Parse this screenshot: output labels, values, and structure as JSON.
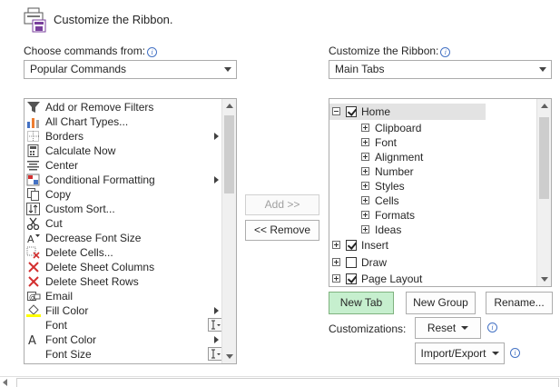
{
  "header": {
    "title": "Customize the Ribbon."
  },
  "commands_panel": {
    "label": "Choose commands from:",
    "label_underline_char": "C",
    "dropdown_value": "Popular Commands",
    "items": [
      {
        "label": "Add or Remove Filters",
        "icon": "filter-icon",
        "submenu": false,
        "ibeam": false
      },
      {
        "label": "All Chart Types...",
        "icon": "chart-icon",
        "submenu": false,
        "ibeam": false
      },
      {
        "label": "Borders",
        "icon": "borders-icon",
        "submenu": true,
        "ibeam": false
      },
      {
        "label": "Calculate Now",
        "icon": "calculator-icon",
        "submenu": false,
        "ibeam": false
      },
      {
        "label": "Center",
        "icon": "align-center-icon",
        "submenu": false,
        "ibeam": false
      },
      {
        "label": "Conditional Formatting",
        "icon": "conditional-formatting-icon",
        "submenu": true,
        "ibeam": false
      },
      {
        "label": "Copy",
        "icon": "copy-icon",
        "submenu": false,
        "ibeam": false
      },
      {
        "label": "Custom Sort...",
        "icon": "sort-icon",
        "submenu": false,
        "ibeam": false
      },
      {
        "label": "Cut",
        "icon": "scissors-icon",
        "submenu": false,
        "ibeam": false
      },
      {
        "label": "Decrease Font Size",
        "icon": "decrease-font-icon",
        "submenu": false,
        "ibeam": false
      },
      {
        "label": "Delete Cells...",
        "icon": "delete-cells-icon",
        "submenu": false,
        "ibeam": false
      },
      {
        "label": "Delete Sheet Columns",
        "icon": "delete-columns-icon",
        "submenu": false,
        "ibeam": false
      },
      {
        "label": "Delete Sheet Rows",
        "icon": "delete-rows-icon",
        "submenu": false,
        "ibeam": false
      },
      {
        "label": "Email",
        "icon": "email-icon",
        "submenu": false,
        "ibeam": false
      },
      {
        "label": "Fill Color",
        "icon": "fill-color-icon",
        "submenu": true,
        "ibeam": false
      },
      {
        "label": "Font",
        "icon": "none",
        "submenu": false,
        "ibeam": true
      },
      {
        "label": "Font Color",
        "icon": "font-color-icon",
        "submenu": true,
        "ibeam": false
      },
      {
        "label": "Font Size",
        "icon": "none",
        "submenu": false,
        "ibeam": true
      }
    ]
  },
  "middle_buttons": {
    "add": "Add >>",
    "remove": "<< Remove"
  },
  "ribbon_panel": {
    "label": "Customize the Ribbon:",
    "dropdown_value": "Main Tabs",
    "tree": [
      {
        "label": "Home",
        "level": 0,
        "expander": "minus",
        "checkbox": true,
        "checked": true,
        "selected": true
      },
      {
        "label": "Clipboard",
        "level": 1,
        "expander": "plus",
        "checkbox": false
      },
      {
        "label": "Font",
        "level": 1,
        "expander": "plus",
        "checkbox": false
      },
      {
        "label": "Alignment",
        "level": 1,
        "expander": "plus",
        "checkbox": false
      },
      {
        "label": "Number",
        "level": 1,
        "expander": "plus",
        "checkbox": false
      },
      {
        "label": "Styles",
        "level": 1,
        "expander": "plus",
        "checkbox": false
      },
      {
        "label": "Cells",
        "level": 1,
        "expander": "plus",
        "checkbox": false
      },
      {
        "label": "Formats",
        "level": 1,
        "expander": "plus",
        "checkbox": false
      },
      {
        "label": "Ideas",
        "level": 1,
        "expander": "plus",
        "checkbox": false
      },
      {
        "label": "Insert",
        "level": 0,
        "expander": "plus",
        "checkbox": true,
        "checked": true
      },
      {
        "label": "Draw",
        "level": 0,
        "expander": "plus",
        "checkbox": true,
        "checked": false
      },
      {
        "label": "Page Layout",
        "level": 0,
        "expander": "plus",
        "checkbox": true,
        "checked": true
      }
    ]
  },
  "bottom_buttons": {
    "new_tab": "New Tab",
    "new_group": "New Group",
    "rename": "Rename...",
    "customizations_label": "Customizations:",
    "reset": "Reset",
    "import_export": "Import/Export"
  },
  "colors": {
    "primary_button": "#c6efce",
    "accent": "#4472c4",
    "fill_yellow": "#ffff00",
    "delete_red": "#d32f2f"
  }
}
